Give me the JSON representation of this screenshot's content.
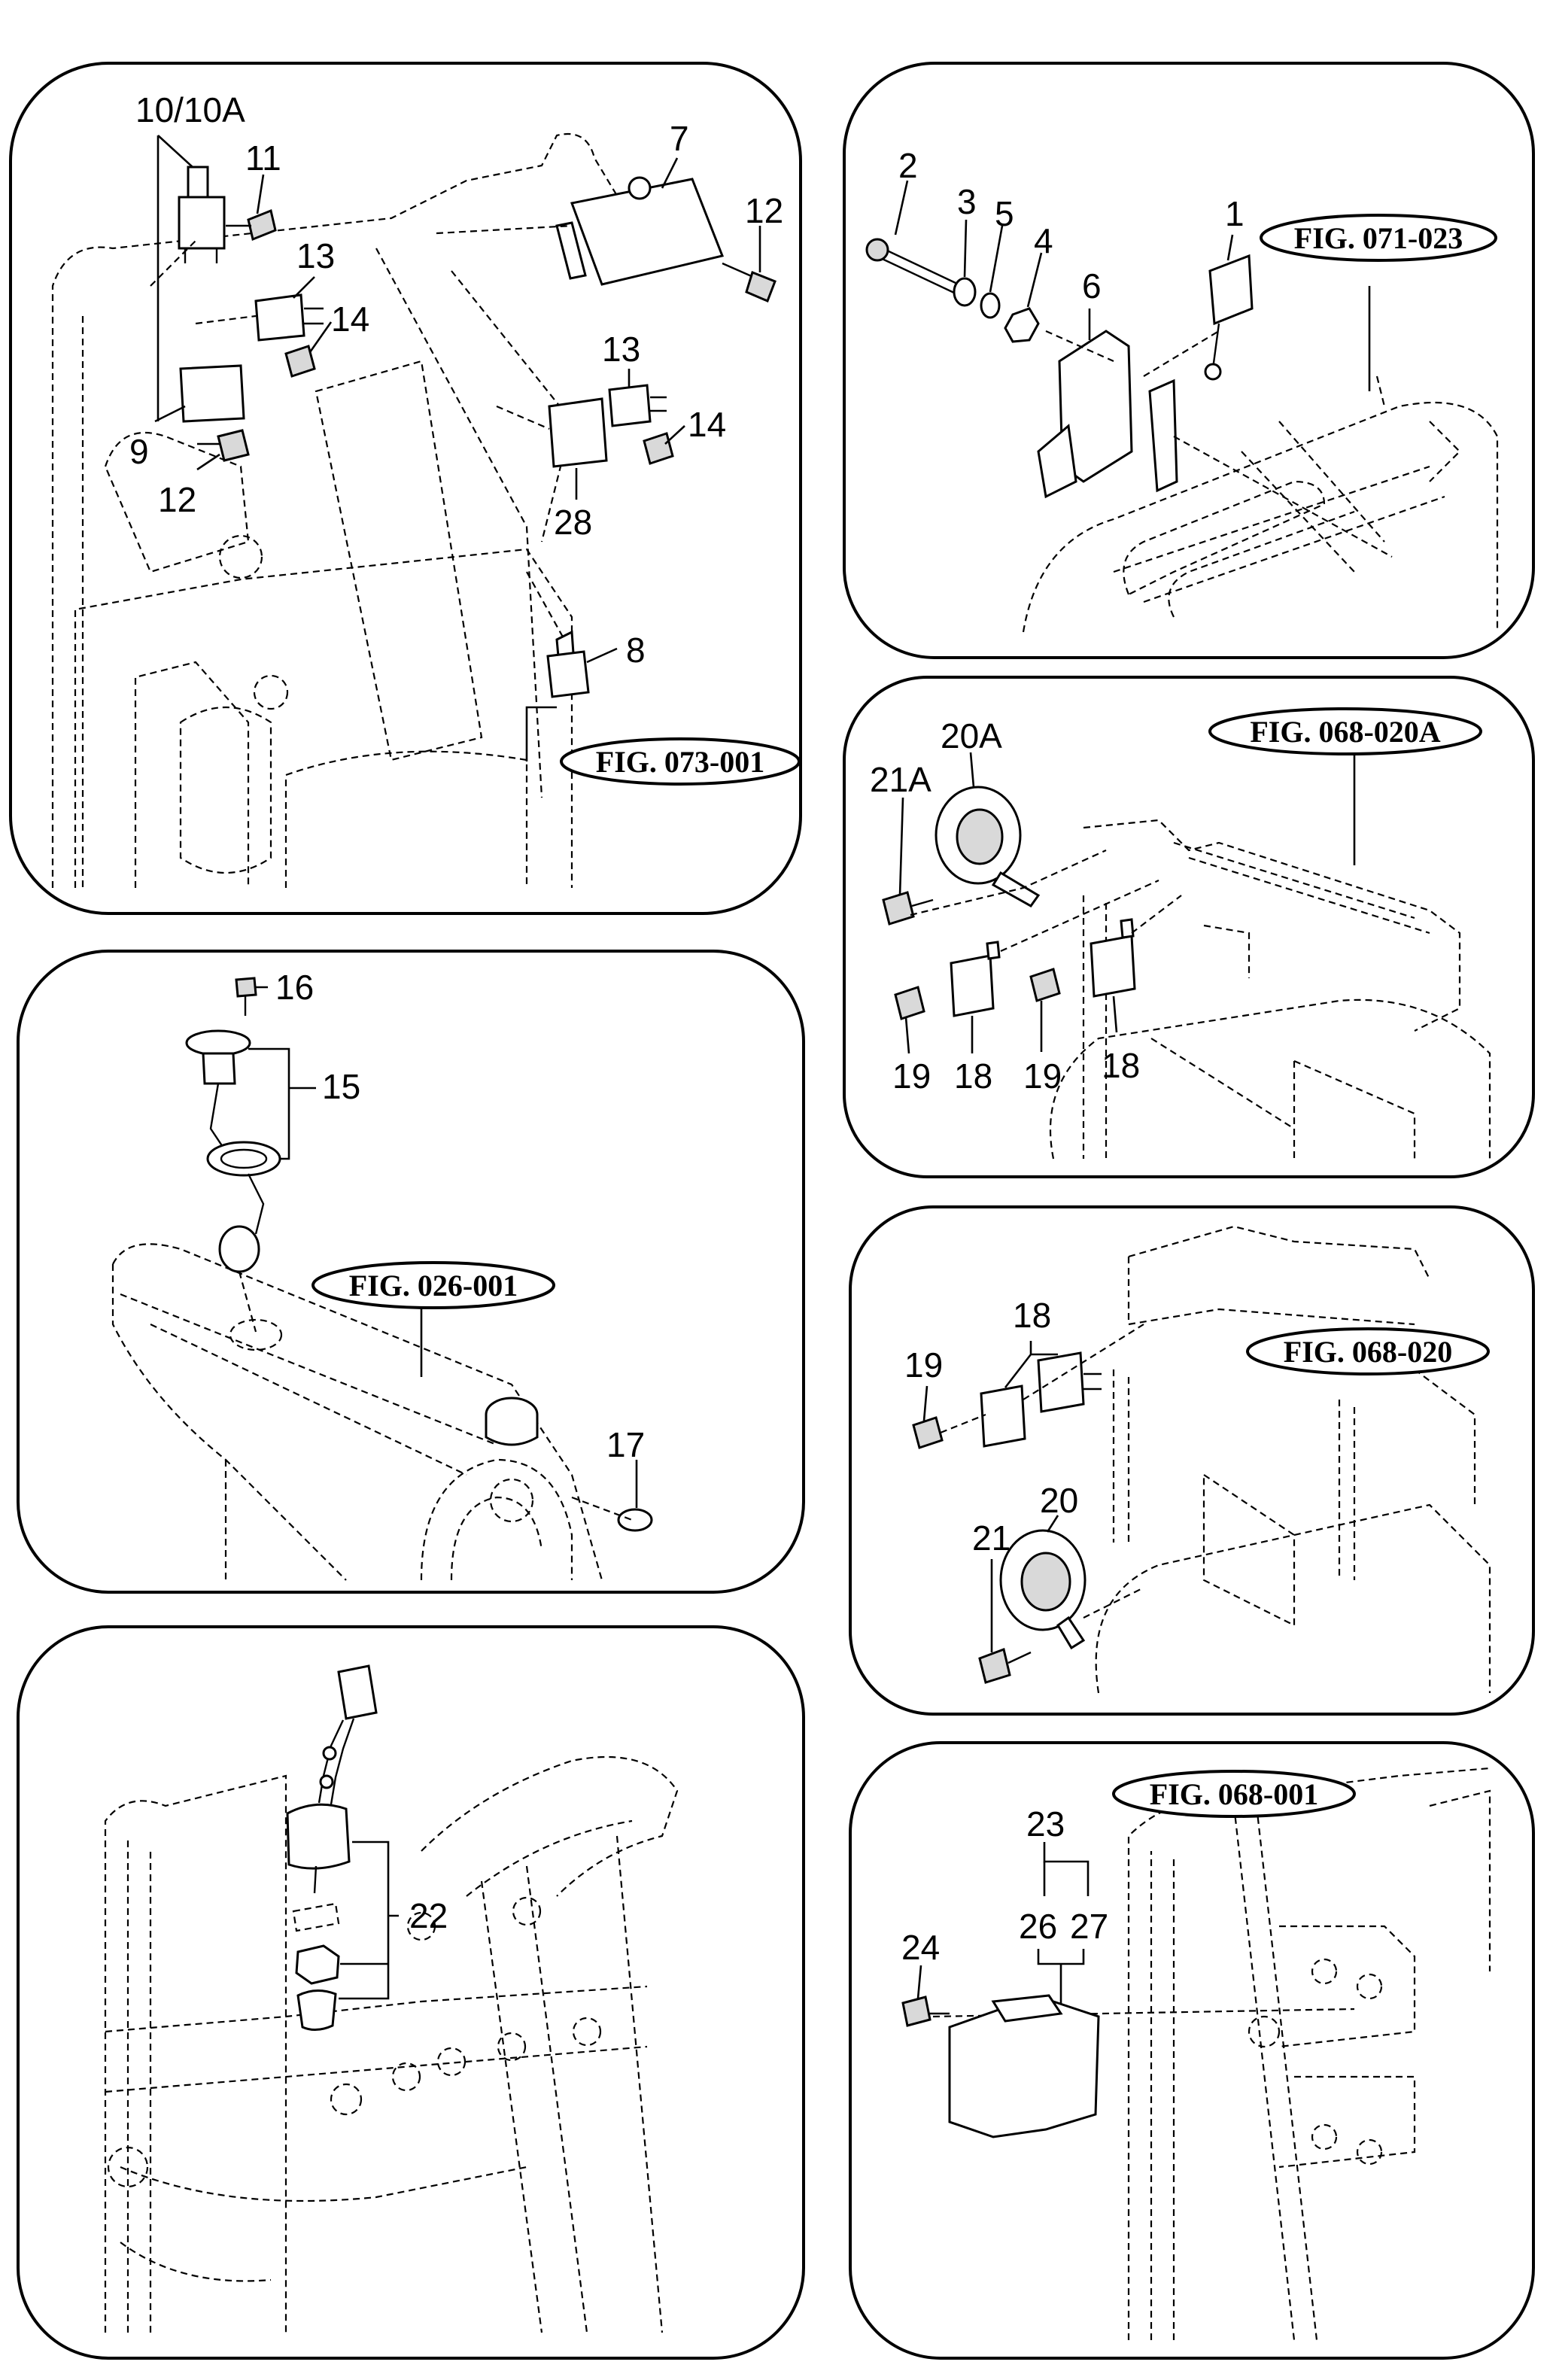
{
  "figure_refs": {
    "p1": "FIG. 073-001",
    "p2": "FIG. 071-023",
    "p3": "FIG. 068-020A",
    "p4": "FIG. 026-001",
    "p5": "FIG. 068-020",
    "p7": "FIG. 068-001"
  },
  "callouts": {
    "p1": [
      "10/10A",
      "11",
      "7",
      "12",
      "13",
      "14",
      "13",
      "14",
      "9",
      "12",
      "28",
      "8"
    ],
    "p2": [
      "2",
      "3",
      "5",
      "4",
      "6",
      "1"
    ],
    "p3": [
      "20A",
      "21A",
      "19",
      "18",
      "19",
      "18"
    ],
    "p4": [
      "16",
      "15",
      "17"
    ],
    "p5": [
      "18",
      "19",
      "20",
      "21"
    ],
    "p6": [
      "22"
    ],
    "p7": [
      "23",
      "26",
      "27",
      "24"
    ]
  }
}
